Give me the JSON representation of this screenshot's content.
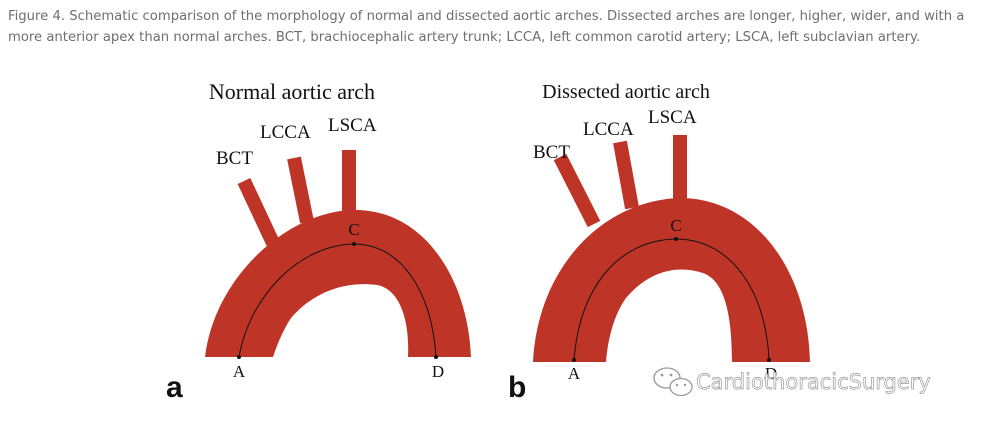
{
  "caption": "Figure 4. Schematic comparison of the morphology of normal and dissected aortic arches. Dissected arches are longer, higher, wider, and with a more anterior apex than normal arches. BCT, brachiocephalic artery trunk; LCCA, left common carotid artery; LSCA, left subclavian artery.",
  "panels": [
    {
      "letter": "a",
      "title": "Normal aortic arch",
      "branches": {
        "bct": "BCT",
        "lcca": "LCCA",
        "lsca": "LSCA"
      },
      "points": {
        "a": "A",
        "c": "C",
        "d": "D"
      }
    },
    {
      "letter": "b",
      "title": "Dissected aortic arch",
      "branches": {
        "bct": "BCT",
        "lcca": "LCCA",
        "lsca": "LSCA"
      },
      "points": {
        "a": "A",
        "c": "C",
        "d": "D"
      }
    }
  ],
  "watermark": {
    "text": "CardiothoracicSurgery",
    "icon": "wechat-icon"
  },
  "colors": {
    "aorta": "#be3527",
    "caption": "#6f6f6f",
    "text": "#111111"
  }
}
